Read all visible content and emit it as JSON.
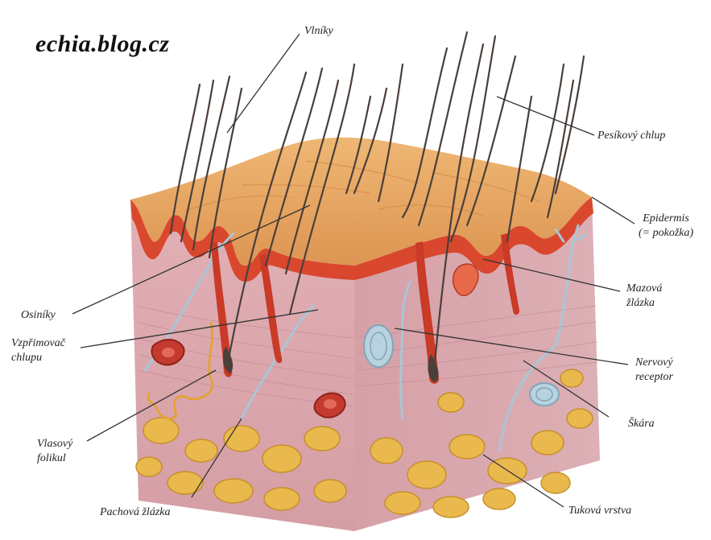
{
  "watermark": "echia.blog.cz",
  "labels": {
    "vlniky": "Vlníky",
    "pesikovy_chlup": "Pesíkový chlup",
    "epidermis_line1": "Epidermis",
    "epidermis_line2": "(= pokožka)",
    "mazova_line1": "Mazová",
    "mazova_line2": "žlázka",
    "nervovy_line1": "Nervový",
    "nervovy_line2": "receptor",
    "skara": "Škára",
    "tukova_vrstva": "Tuková vrstva",
    "pachova_zlazka": "Pachová žlázka",
    "vlasovy_line1": "Vlasový",
    "vlasovy_line2": "folikul",
    "vzprimovac_line1": "Vzpřimovač",
    "vzprimovac_line2": "chlupu",
    "osiniky": "Osiníky"
  },
  "colors": {
    "surface": "#e8a661",
    "surface_shade": "#d98d4c",
    "epidermis": "#d9472e",
    "dermis": "#dcaab0",
    "dermis_dark": "#c79096",
    "fat": "#e9b94d",
    "fat_edge": "#c78f2c",
    "nerve": "#a9c6d6",
    "hair": "#4a3f3a",
    "leader": "#333333"
  }
}
